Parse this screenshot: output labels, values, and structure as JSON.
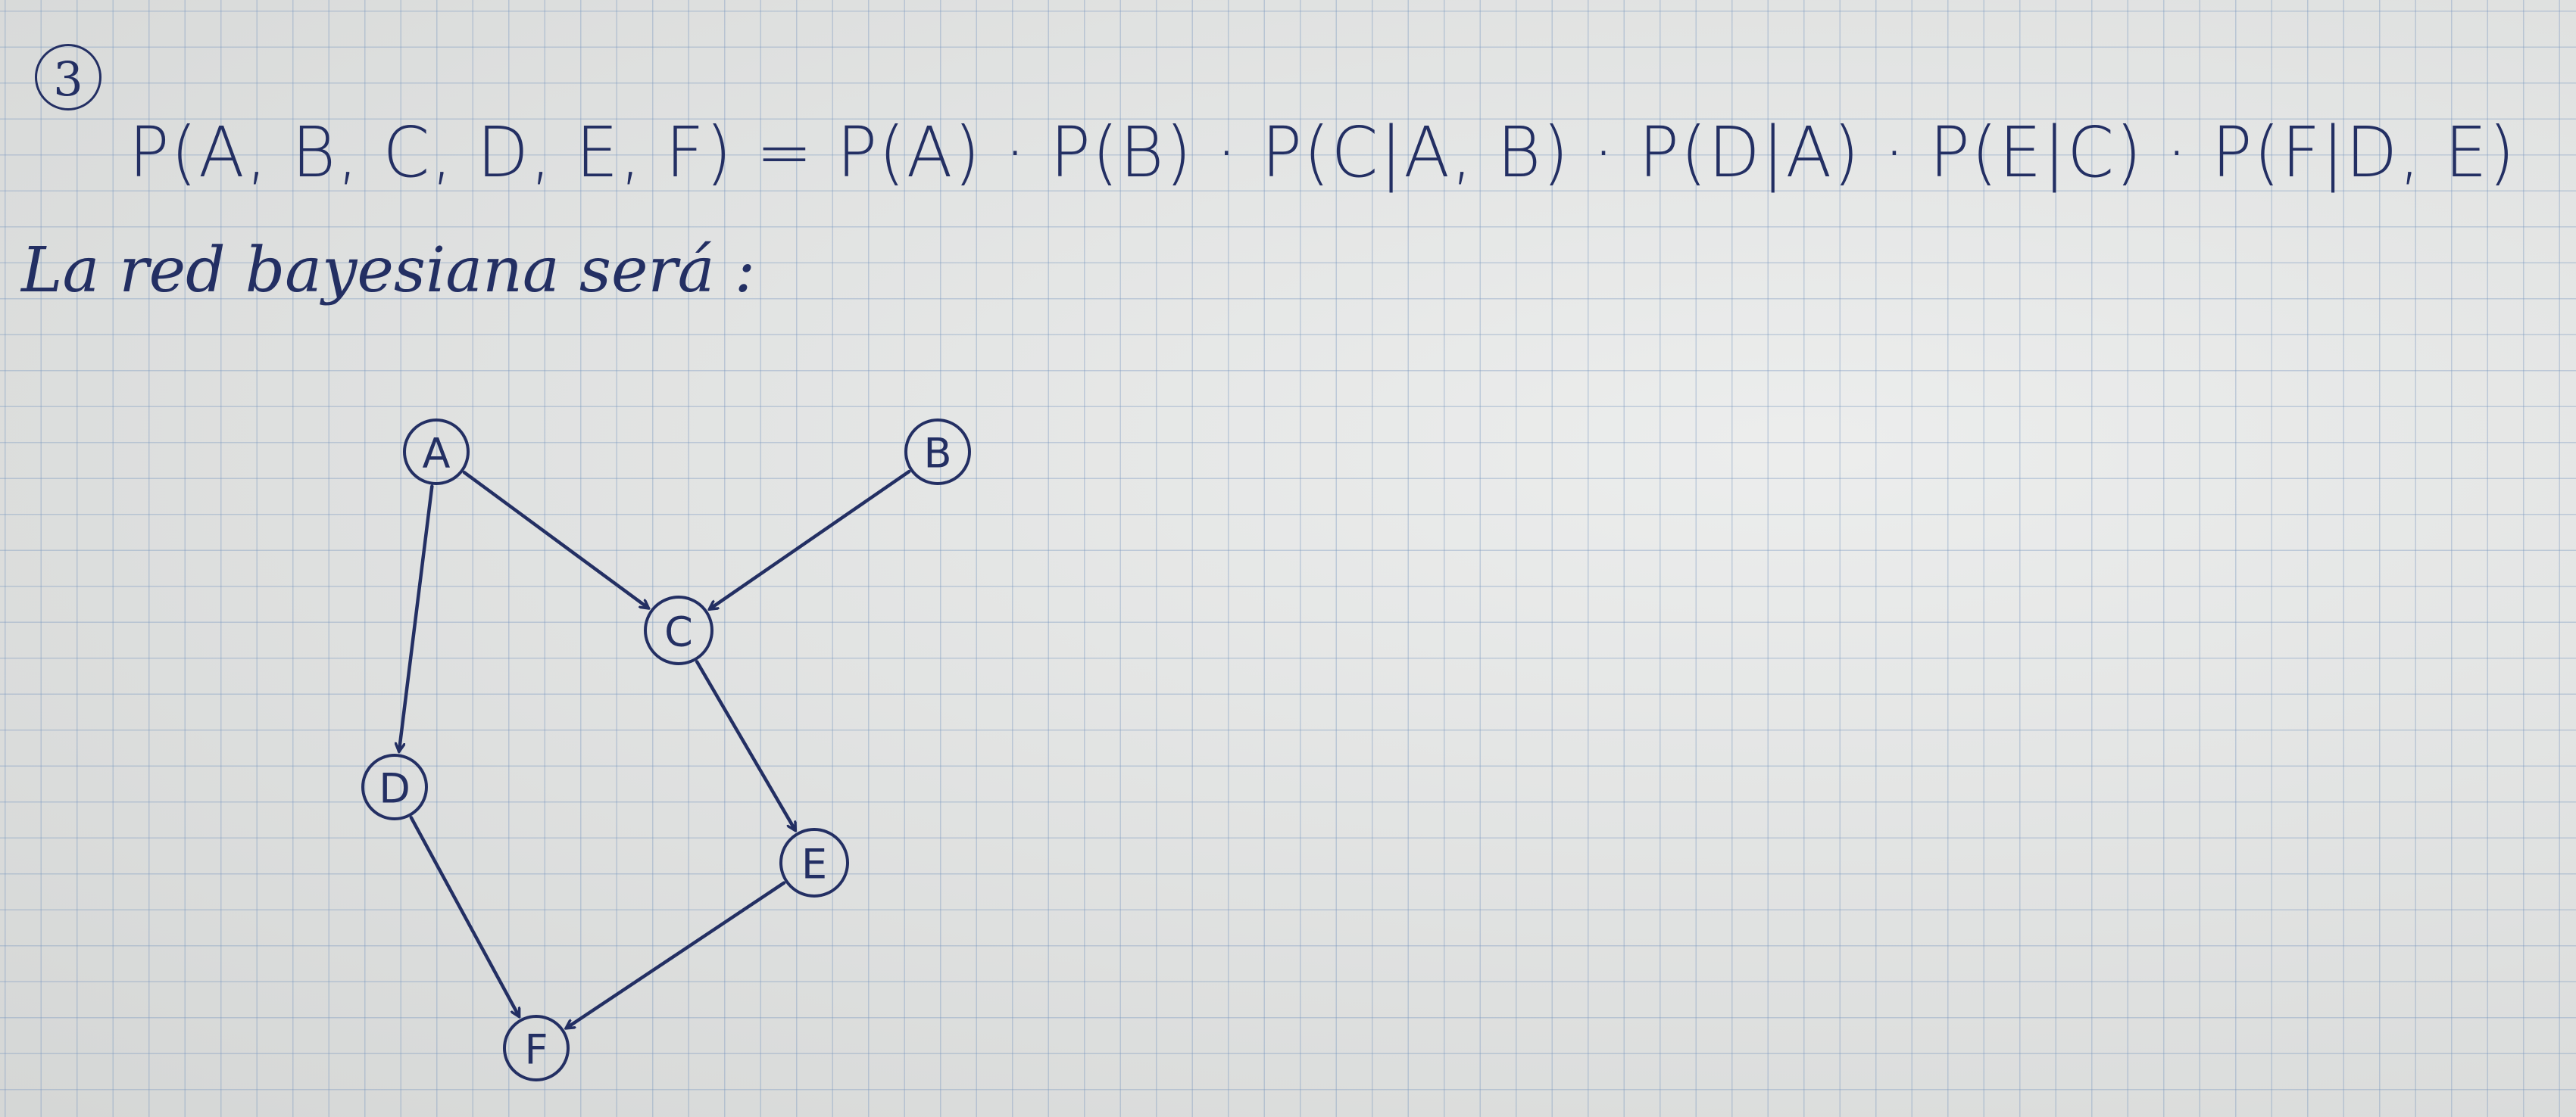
{
  "problem": {
    "number": "3"
  },
  "formula": "P(A, B, C, D, E, F) = P(A) · P(B) · P(C|A, B) · P(D|A) · P(E|C) · P(F|D, E)",
  "caption": "La red bayesiana será :",
  "network": {
    "nodes": [
      {
        "id": "A",
        "label": "A"
      },
      {
        "id": "B",
        "label": "B"
      },
      {
        "id": "C",
        "label": "C"
      },
      {
        "id": "D",
        "label": "D"
      },
      {
        "id": "E",
        "label": "E"
      },
      {
        "id": "F",
        "label": "F"
      }
    ],
    "edges": [
      {
        "from": "A",
        "to": "C"
      },
      {
        "from": "B",
        "to": "C"
      },
      {
        "from": "A",
        "to": "D"
      },
      {
        "from": "C",
        "to": "E"
      },
      {
        "from": "D",
        "to": "F"
      },
      {
        "from": "E",
        "to": "F"
      }
    ]
  },
  "colors": {
    "ink": "#232f63",
    "grid": "#7896be"
  }
}
